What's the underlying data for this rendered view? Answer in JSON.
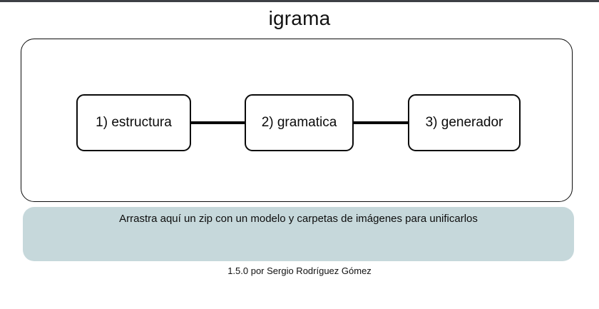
{
  "window": {
    "title": "igrama",
    "background_color": "#ffffff",
    "top_edge_color": "#3d4045"
  },
  "header": {
    "title": "igrama"
  },
  "diagram": {
    "frame_border_color": "#0d0d0d",
    "connector_color": "#0a0a0a",
    "nodes": [
      {
        "id": "estructura",
        "label": "1) estructura"
      },
      {
        "id": "gramatica",
        "label": "2) gramatica"
      },
      {
        "id": "generador",
        "label": "3) generador"
      }
    ],
    "connectors": [
      {
        "from": "estructura",
        "to": "gramatica"
      },
      {
        "from": "gramatica",
        "to": "generador"
      }
    ]
  },
  "dropzone": {
    "label": "Arrastra aquí un zip con un modelo y carpetas de imágenes para unificarlos",
    "background_color": "#c6d8db"
  },
  "footer": {
    "text": "1.5.0 por Sergio Rodríguez Gómez",
    "version": "1.5.0",
    "author": "Sergio Rodríguez Gómez"
  }
}
